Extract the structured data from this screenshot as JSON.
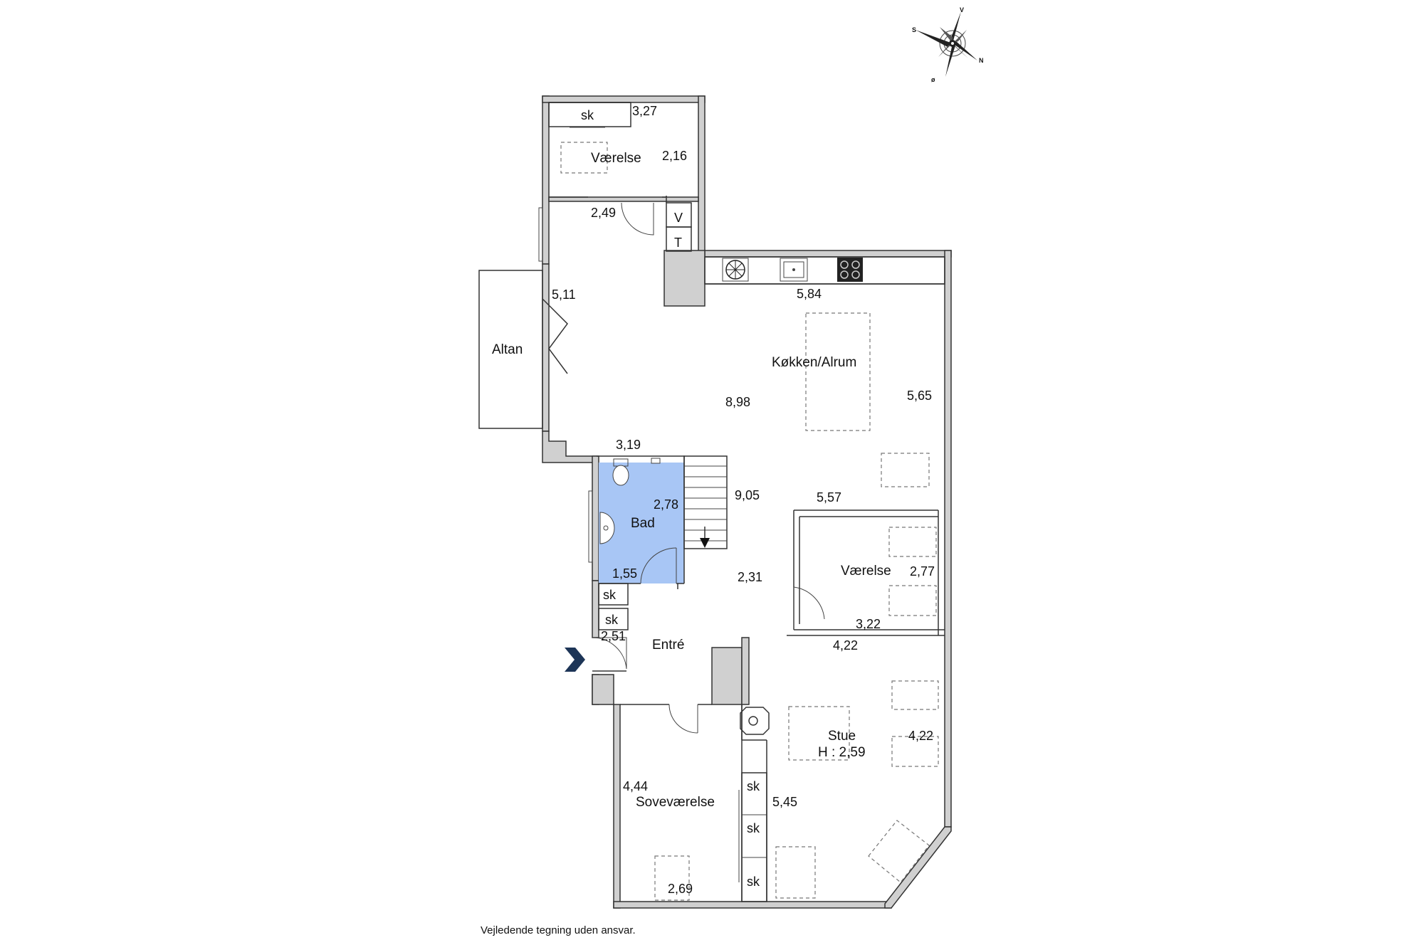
{
  "footer": "Vejledende tegning uden ansvar.",
  "compass": {
    "n": "N",
    "s": "S",
    "v": "V",
    "o": "ø"
  },
  "rooms": {
    "vaerelse_top": "Værelse",
    "altan": "Altan",
    "kokken": "Køkken/Alrum",
    "bad": "Bad",
    "vaerelse_right": "Værelse",
    "entre": "Entré",
    "stue": "Stue",
    "stue_height": "H : 2,59",
    "sovevaerelse": "Soveværelse"
  },
  "labels": {
    "sk": "sk",
    "v": "V",
    "t": "T"
  },
  "dimensions": {
    "d327": "3,27",
    "d216": "2,16",
    "d249": "2,49",
    "d511": "5,11",
    "d584": "5,84",
    "d898": "8,98",
    "d565": "5,65",
    "d319": "3,19",
    "d905": "9,05",
    "d557": "5,57",
    "d278": "2,78",
    "d155": "1,55",
    "d231": "2,31",
    "d277": "2,77",
    "d322": "3,22",
    "d422a": "4,22",
    "d251": "2,51",
    "d422b": "4,22",
    "d444": "4,44",
    "d545": "5,45",
    "d269": "2,69"
  },
  "colors": {
    "bath": "#a8c6f5",
    "wall": "#d0d0d0",
    "entry_arrow": "#1d3557"
  }
}
